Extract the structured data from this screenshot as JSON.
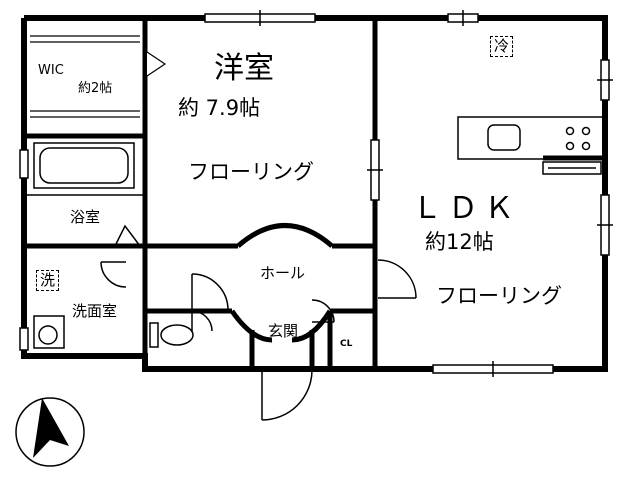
{
  "rooms": {
    "western_name": "洋室",
    "western_size": "約 7.9帖",
    "western_floor": "フローリング",
    "ldk_name": "ＬＤＫ",
    "ldk_size": "約12帖",
    "ldk_floor": "フローリング",
    "wic_name": "WIC",
    "wic_size": "約2帖",
    "bath": "浴室",
    "washroom": "洗面室",
    "hall": "ホール",
    "entrance": "玄関",
    "closet": "CL"
  },
  "fixtures": {
    "fridge": "冷",
    "washer": "洗"
  },
  "icons": {
    "compass": "north-arrow-icon"
  },
  "colors": {
    "wall": "#000000",
    "background": "#ffffff"
  }
}
